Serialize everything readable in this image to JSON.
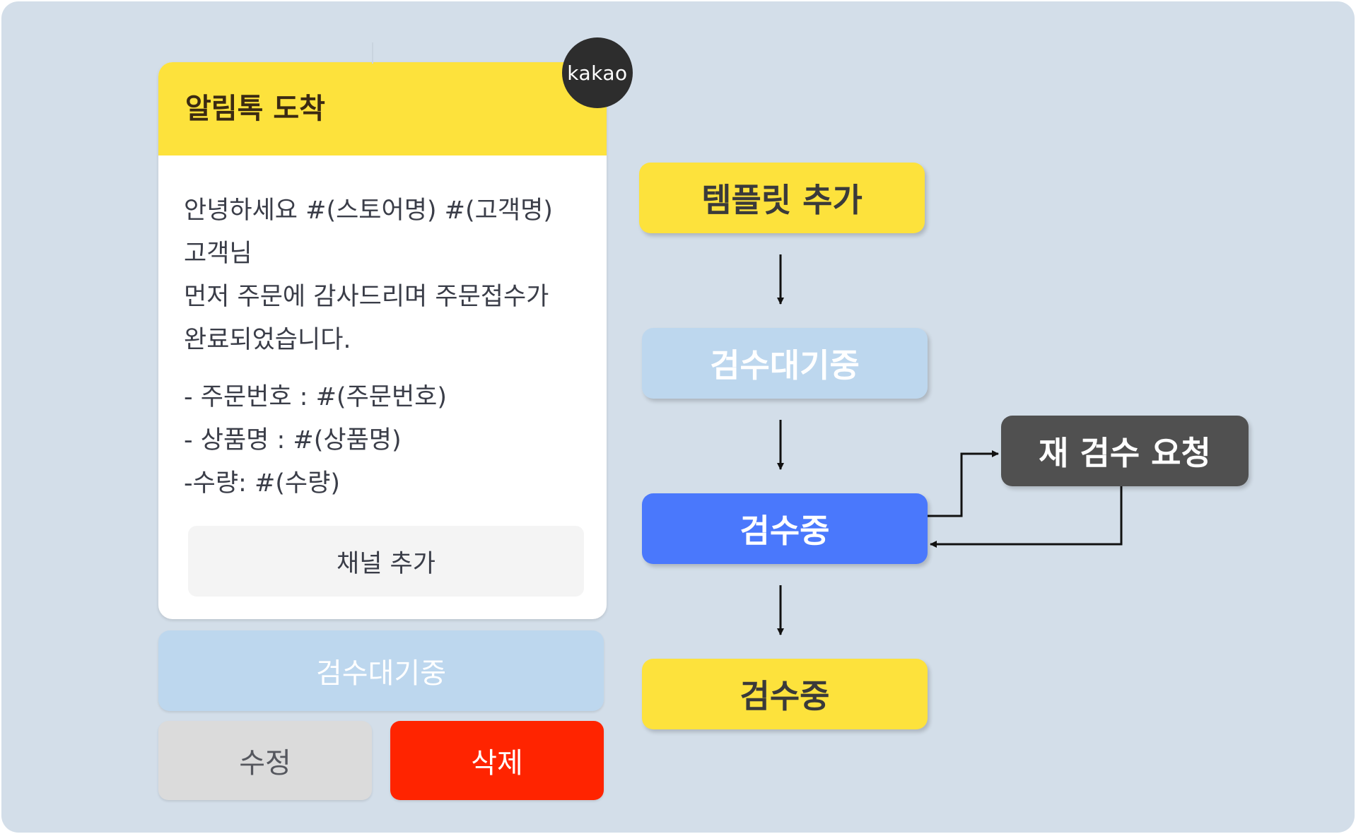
{
  "card": {
    "title": "알림톡 도착",
    "badge": "kakao",
    "body_lines": [
      "안녕하세요 #(스토어명) #(고객명)",
      "고객님",
      "먼저 주문에 감사드리며 주문접수가",
      "완료되었습니다."
    ],
    "detail_lines": [
      "- 주문번호 : #(주문번호)",
      "- 상품명 :  #(상품명)",
      "-수량: #(수량)"
    ],
    "channel_button": "채널 추가"
  },
  "actions": {
    "status_button": "검수대기중",
    "edit_button": "수정",
    "delete_button": "삭제"
  },
  "flow": {
    "step1": "템플릿 추가",
    "step2": "검수대기중",
    "step3": "검수중",
    "step4": "검수중",
    "side": "재 검수 요청"
  },
  "colors": {
    "background": "#d3dee9",
    "kakao_yellow": "#fde23c",
    "light_blue": "#bdd7ee",
    "active_blue": "#4a78fc",
    "delete_red": "#ff2400",
    "dark_gray": "#505050",
    "badge_dark": "#2d2d2d"
  }
}
